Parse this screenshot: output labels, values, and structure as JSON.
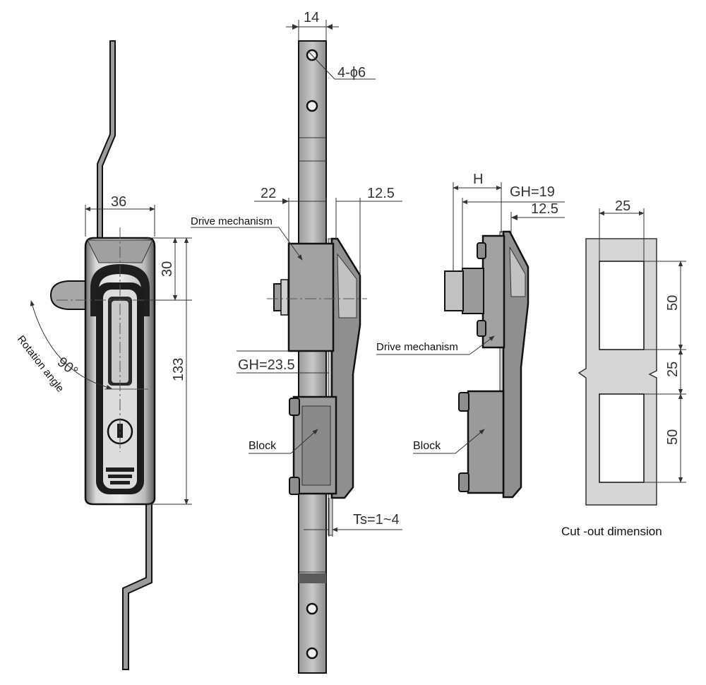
{
  "front_view": {
    "width_label": "36",
    "top_label": "30",
    "height_label": "133",
    "angle_label": "90°",
    "rotation_label": "Rotation angle"
  },
  "side_view": {
    "rod_width_label": "14",
    "holes_label": "4-ϕ6",
    "left_offset_label": "22",
    "right_offset_label": "12.5",
    "drive_label": "Drive mechanism",
    "gh_label": "GH=23.5",
    "block_label": "Block",
    "ts_label": "Ts=1~4"
  },
  "alt_view": {
    "h_label": "H",
    "gh_label": "GH=19",
    "offset_label": "12.5",
    "drive_label": "Drive mechanism",
    "block_label": "Block"
  },
  "cutout": {
    "width_label": "25",
    "upper_label": "50",
    "middle_label": "25",
    "lower_label": "50",
    "caption": "Cut -out dimension"
  },
  "colors": {
    "line": "#111111",
    "dim_line": "#333333",
    "metal_light": "#b8b8b8",
    "metal_mid": "#8e8e8e",
    "metal_dark": "#2a2a2a",
    "cutout_fill": "#d6d6d6"
  }
}
